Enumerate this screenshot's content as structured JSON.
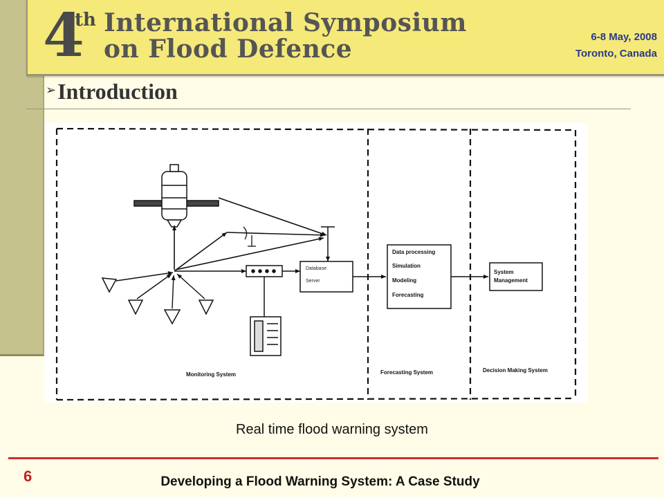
{
  "banner": {
    "ordinal_number": "4",
    "ordinal_suffix": "th",
    "title_line1": "International Symposium",
    "title_line2": "on Flood Defence",
    "date": "6-8 May, 2008",
    "location": "Toronto, Canada"
  },
  "section": {
    "heading": "Introduction"
  },
  "diagram": {
    "database_label": "Database",
    "server_label": "Server",
    "forecast_items": [
      "Data processing",
      "Simulation",
      "Modeling",
      "Forecasting"
    ],
    "decision_box_line1": "System",
    "decision_box_line2": "Management",
    "panel_monitoring": "Monitoring System",
    "panel_forecasting": "Forecasting System",
    "panel_decision": "Decision Making System"
  },
  "caption": "Real time flood warning system",
  "footer": {
    "page_number": "6",
    "title": "Developing a Flood Warning System: A Case Study"
  },
  "colors": {
    "background": "#fffde7",
    "banner": "#f5e97a",
    "side_bar": "#c6c28e",
    "footer_rule": "#d22a2a",
    "page_number": "#c02020",
    "banner_date": "#2a3a8a"
  }
}
